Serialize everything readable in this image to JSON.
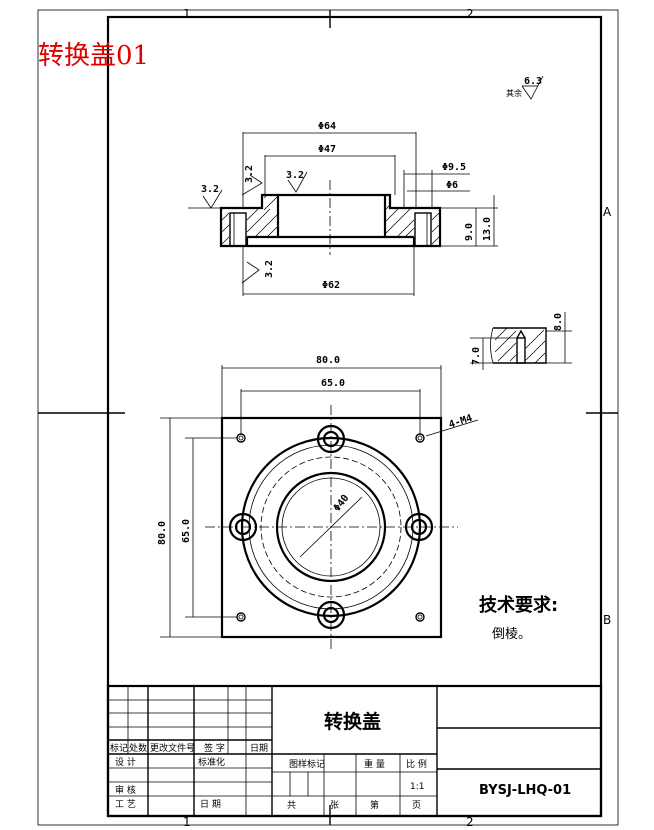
{
  "top_label": "转换盖01",
  "zone_markers": {
    "col1": "1",
    "col2": "2",
    "row_a": "A",
    "row_b": "B"
  },
  "surface_finish": {
    "rest_prefix": "其余",
    "rest_value": "6.3"
  },
  "section_view": {
    "dims": {
      "outer_top": "Φ64",
      "inner": "Φ47",
      "groove": "Φ9.5",
      "hole": "Φ6",
      "height_total": "13.0",
      "height_inner": "9.0",
      "bottom": "Φ62"
    },
    "roughness": [
      "3.2",
      "3.2",
      "3.2",
      "3.2"
    ]
  },
  "detail_view": {
    "dim_left": "7.0",
    "dim_right": "8.0"
  },
  "plan_view": {
    "width": "80.0",
    "hole_spacing_h": "65.0",
    "height": "80.0",
    "hole_spacing_v": "65.0",
    "bore": "Φ40",
    "holes_note": "4-M4"
  },
  "tech_requirements": {
    "title": "技术要求:",
    "items": [
      "倒棱。"
    ]
  },
  "title_block": {
    "part_name": "转换盖",
    "drawing_no": "BYSJ-LHQ-01",
    "header_cells": [
      "标记",
      "处数",
      "更改文件号",
      "签 字",
      "日期"
    ],
    "design": "设 计",
    "standardize": "标准化",
    "review": "审 核",
    "process": "工 艺",
    "date": "日 期",
    "stage_mark": "图样标记",
    "weight": "重 量",
    "scale_label": "比 例",
    "scale_value": "1:1",
    "total": "共",
    "sheet": "张",
    "page": "第",
    "page_unit": "页"
  }
}
